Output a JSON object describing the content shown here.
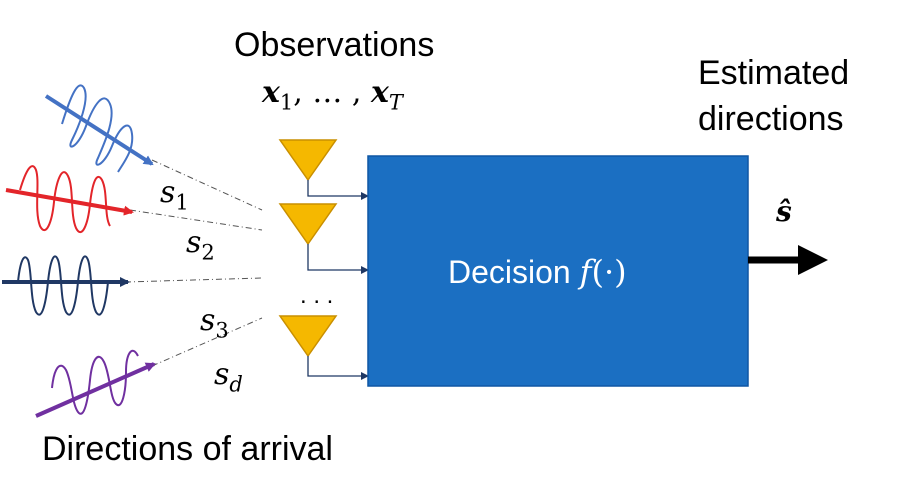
{
  "labels": {
    "observations": "Observations",
    "estimated_line1": "Estimated",
    "estimated_line2": "directions",
    "directions_of_arrival": "Directions of arrival",
    "decision_text": "Decision",
    "ellipsis": ". . ."
  },
  "math": {
    "x_symbol": "x",
    "x_sub_first": "1",
    "x_separator": ", … , ",
    "x_sub_last": "T",
    "s_symbol": "s",
    "s_hat": "ŝ",
    "f_symbol": "f",
    "f_args": "(·)",
    "s_subscripts": [
      "1",
      "2",
      "3",
      "d"
    ]
  },
  "colors": {
    "decision_box": "#1B6FC2",
    "decision_border": "#0F57A4",
    "antenna_fill": "#F5B800",
    "antenna_stroke": "#C98F00",
    "wire": "#1F3864",
    "wave_blue": "#4472C4",
    "wave_red": "#E3252A",
    "wave_navy": "#203864",
    "wave_purple": "#7030A0",
    "dash_line": "#555555",
    "output_arrow": "#000000"
  }
}
